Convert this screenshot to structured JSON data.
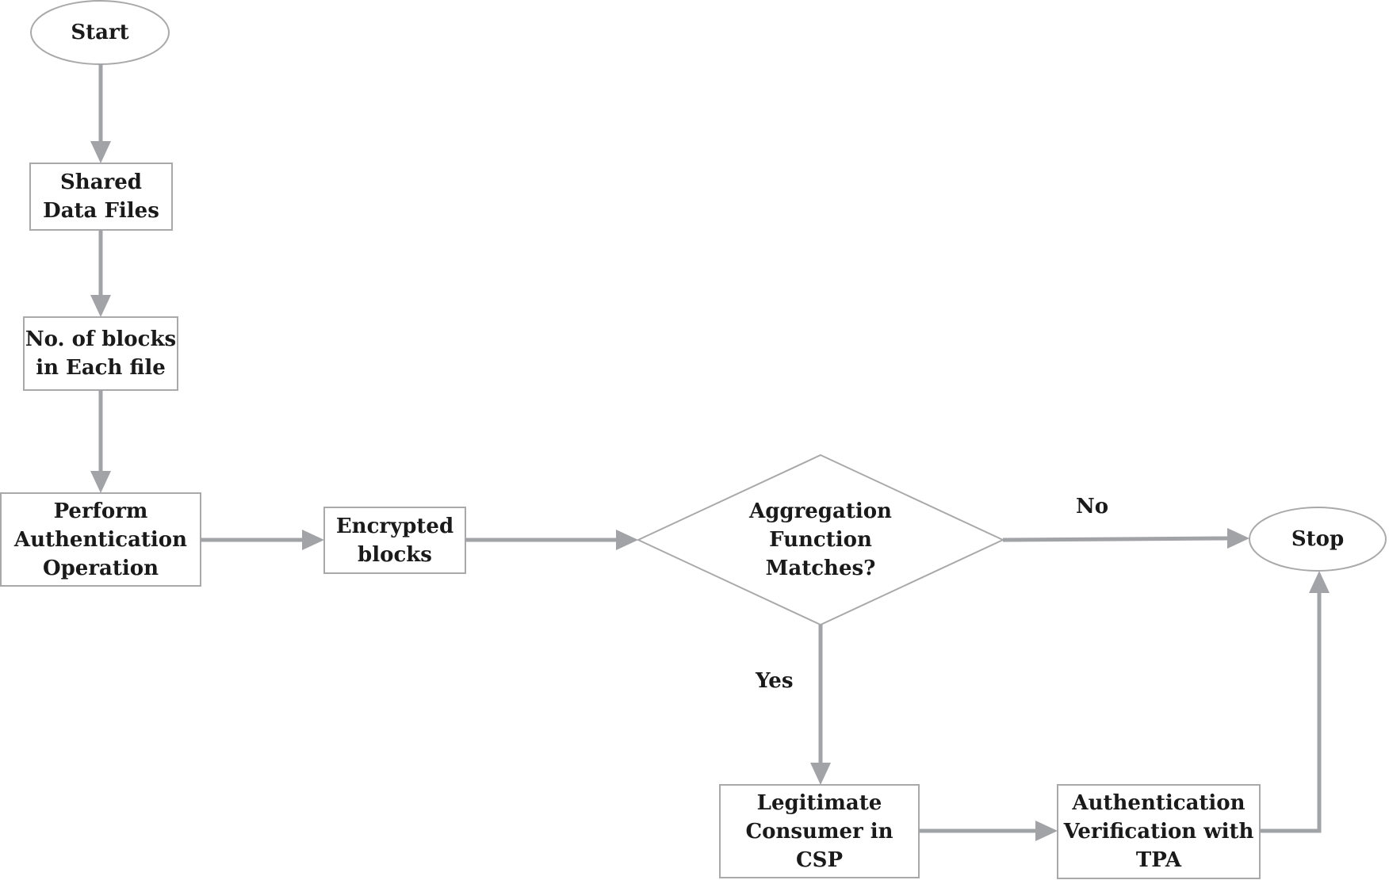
{
  "diagram": {
    "nodes": {
      "start": [
        "Start"
      ],
      "shared_data": [
        "Shared",
        "Data Files"
      ],
      "blocks": [
        "No. of blocks",
        "in Each file"
      ],
      "auth_op": [
        "Perform",
        "Authentication",
        "Operation"
      ],
      "encrypted": [
        "Encrypted",
        "blocks"
      ],
      "decision": [
        "Aggregation",
        "Function",
        "Matches?"
      ],
      "stop": [
        "Stop"
      ],
      "legit": [
        "Legitimate",
        "Consumer in",
        "CSP"
      ],
      "verify": [
        "Authentication",
        "Verification with",
        "TPA"
      ]
    },
    "edge_labels": {
      "no": "No",
      "yes": "Yes"
    },
    "colors": {
      "arrow": "#a2a3a6",
      "border": "#a9a9ab",
      "text": "#1a1a1a"
    }
  }
}
